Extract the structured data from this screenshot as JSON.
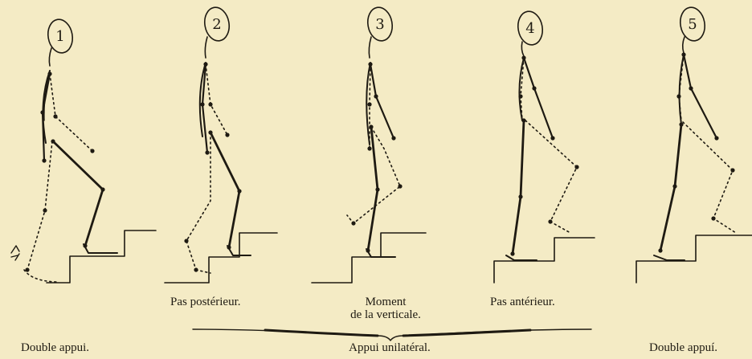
{
  "figures": [
    {
      "number": "1"
    },
    {
      "number": "2"
    },
    {
      "number": "3"
    },
    {
      "number": "4"
    },
    {
      "number": "5"
    }
  ],
  "captions": {
    "pas_posterieur": "Pas postérieur.",
    "moment_line1": "Moment",
    "moment_line2": "de la verticale.",
    "pas_anterieur": "Pas antérieur.",
    "double_appui_left": "Double appui.",
    "appui_unilateral": "Appui unilatéral.",
    "double_appui_right": "Double appuí."
  },
  "colors": {
    "paper": "#f4ebc5",
    "ink": "#1e1a12"
  }
}
